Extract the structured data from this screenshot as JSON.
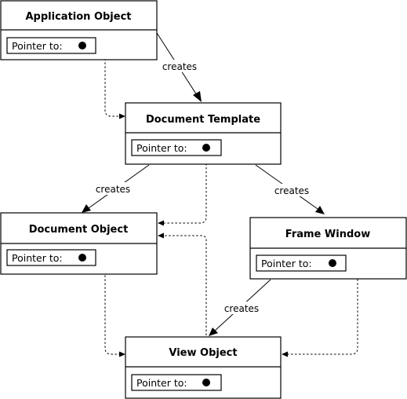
{
  "nodes": {
    "application": {
      "title": "Application Object",
      "pointer_label": "Pointer to:"
    },
    "template": {
      "title": "Document Template",
      "pointer_label": "Pointer to:"
    },
    "document": {
      "title": "Document Object",
      "pointer_label": "Pointer to:"
    },
    "frame": {
      "title": "Frame Window",
      "pointer_label": "Pointer to:"
    },
    "view": {
      "title": "View Object",
      "pointer_label": "Pointer to:"
    }
  },
  "edges": {
    "app_creates_template": "creates",
    "template_creates_document": "creates",
    "template_creates_frame": "creates",
    "frame_creates_view": "creates"
  },
  "pointers": [
    {
      "from": "Application Object",
      "to": "Document Template"
    },
    {
      "from": "Document Template",
      "to": "Document Object"
    },
    {
      "from": "Document Object",
      "to": "View Object"
    },
    {
      "from": "Frame Window",
      "to": "View Object"
    },
    {
      "from": "View Object",
      "to": "Document Object"
    }
  ]
}
